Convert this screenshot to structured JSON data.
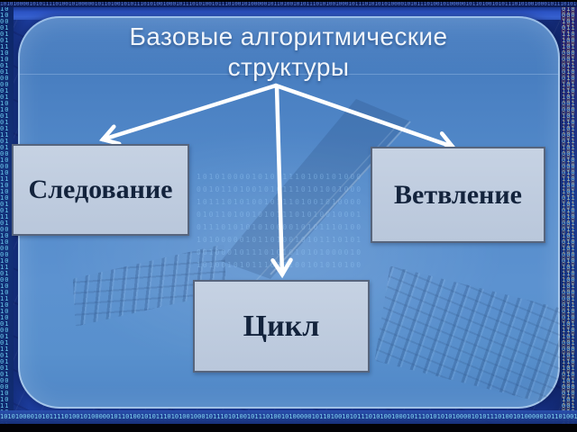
{
  "title": {
    "line1": "Базовые алгоритмические",
    "line2": "структуры"
  },
  "diagram": {
    "boxes": [
      {
        "id": "sequence",
        "label": "Следование"
      },
      {
        "id": "branching",
        "label": "Ветвление"
      },
      {
        "id": "loop",
        "label": "Цикл"
      }
    ]
  },
  "background": {
    "binary": "10101000010101111010010100000101101001010111010100100010111010100101110100101000001011010010101110101001000101110101010100001010111010010100000101101001010111010100100010111010101010100001010100101011101010010101010001010111010100101000001011010010101110101001000101110101010100001010111010010100000101101001010111010100101000001010111010010100000101101001010111010100100010111010101001010111010010100000101101001010111010100100010111010101010000101011101001010000010110100101011101010010001011101010100100101010"
  },
  "colors": {
    "outer_background": "#1e41a8",
    "slide_fill": "#5189c9",
    "slide_border": "#bad6f2",
    "title_text": "#f0f5fb",
    "box_fill": "#bfccde",
    "box_border": "#57657d",
    "box_text": "#13233c",
    "arrow": "#ffffff",
    "edge_digits_cyan": "#6fd2f2",
    "edge_digits_orange": "#d89a55"
  }
}
